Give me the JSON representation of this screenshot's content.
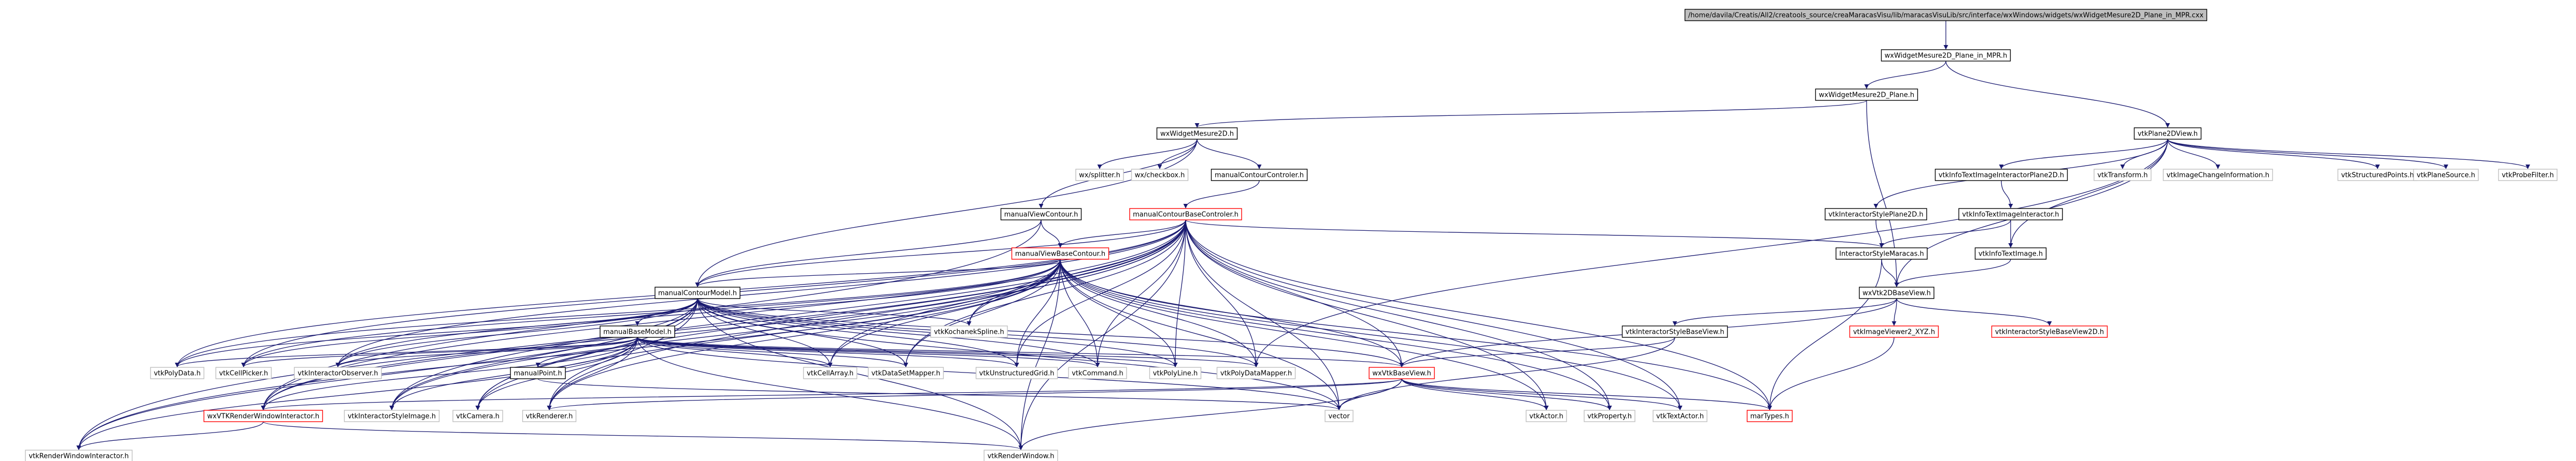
{
  "colors": {
    "edge": "#191970",
    "box_border": "#000000",
    "box_border_truncated": "#ff0000",
    "box_border_external": "#bfbfbf",
    "root_fill": "#bfbfbf",
    "node_fill": "#ffffff",
    "text": "#000000"
  },
  "nodes": [
    {
      "id": "root",
      "label": "/home/davila/Creatis/All2/creatools_source/creaMaracasVisu/lib/maracasVisuLib/src/interface/wxWindows/widgets/wxWidgetMesure2D_Plane_in_MPR.cxx",
      "kind": "root"
    },
    {
      "id": "wmpr",
      "label": "wxWidgetMesure2D_Plane_in_MPR.h",
      "kind": "normal"
    },
    {
      "id": "wplane",
      "label": "wxWidgetMesure2D_Plane.h",
      "kind": "normal"
    },
    {
      "id": "vp2d",
      "label": "vtkPlane2DView.h",
      "kind": "normal"
    },
    {
      "id": "w2d",
      "label": "wxWidgetMesure2D.h",
      "kind": "normal"
    },
    {
      "id": "wxsplitter",
      "label": "wx/splitter.h",
      "kind": "external"
    },
    {
      "id": "wxcheckbox",
      "label": "wx/checkbox.h",
      "kind": "external"
    },
    {
      "id": "mvc",
      "label": "manualViewContour.h",
      "kind": "normal"
    },
    {
      "id": "mcc",
      "label": "manualContourControler.h",
      "kind": "normal"
    },
    {
      "id": "mcbc",
      "label": "manualContourBaseControler.h",
      "kind": "truncated"
    },
    {
      "id": "mvbc",
      "label": "manualViewBaseContour.h",
      "kind": "truncated"
    },
    {
      "id": "mcm",
      "label": "manualContourModel.h",
      "kind": "normal"
    },
    {
      "id": "mbm",
      "label": "manualBaseModel.h",
      "kind": "normal"
    },
    {
      "id": "mp",
      "label": "manualPoint.h",
      "kind": "normal"
    },
    {
      "id": "vks",
      "label": "vtkKochanekSpline.h",
      "kind": "external"
    },
    {
      "id": "vpd",
      "label": "vtkPolyData.h",
      "kind": "external"
    },
    {
      "id": "vcp",
      "label": "vtkCellPicker.h",
      "kind": "external"
    },
    {
      "id": "vio",
      "label": "vtkInteractorObserver.h",
      "kind": "external"
    },
    {
      "id": "vca",
      "label": "vtkCellArray.h",
      "kind": "external"
    },
    {
      "id": "vdsm",
      "label": "vtkDataSetMapper.h",
      "kind": "external"
    },
    {
      "id": "vug",
      "label": "vtkUnstructuredGrid.h",
      "kind": "external"
    },
    {
      "id": "vcmd",
      "label": "vtkCommand.h",
      "kind": "external"
    },
    {
      "id": "vpl",
      "label": "vtkPolyLine.h",
      "kind": "external"
    },
    {
      "id": "vpdm",
      "label": "vtkPolyDataMapper.h",
      "kind": "external"
    },
    {
      "id": "wxvbv",
      "label": "wxVtkBaseView.h",
      "kind": "truncated"
    },
    {
      "id": "wxvrwi",
      "label": "wxVTKRenderWindowInteractor.h",
      "kind": "truncated"
    },
    {
      "id": "visi",
      "label": "vtkInteractorStyleImage.h",
      "kind": "external"
    },
    {
      "id": "vcam",
      "label": "vtkCamera.h",
      "kind": "external"
    },
    {
      "id": "vren",
      "label": "vtkRenderer.h",
      "kind": "external"
    },
    {
      "id": "vector",
      "label": "vector",
      "kind": "external"
    },
    {
      "id": "vact",
      "label": "vtkActor.h",
      "kind": "external"
    },
    {
      "id": "vprop",
      "label": "vtkProperty.h",
      "kind": "external"
    },
    {
      "id": "vtxt",
      "label": "vtkTextActor.h",
      "kind": "external"
    },
    {
      "id": "martypes",
      "label": "marTypes.h",
      "kind": "truncated"
    },
    {
      "id": "vrwi",
      "label": "vtkRenderWindowInteractor.h",
      "kind": "external"
    },
    {
      "id": "vrw",
      "label": "vtkRenderWindow.h",
      "kind": "external"
    },
    {
      "id": "visbv",
      "label": "vtkInteractorStyleBaseView.h",
      "kind": "normal"
    },
    {
      "id": "vimv",
      "label": "vtkImageViewer2_XYZ.h",
      "kind": "truncated"
    },
    {
      "id": "visbv2d",
      "label": "vtkInteractorStyleBaseView2D.h",
      "kind": "truncated"
    },
    {
      "id": "wx2dbv",
      "label": "wxVtk2DBaseView.h",
      "kind": "normal"
    },
    {
      "id": "ism",
      "label": "InteractorStyleMaracas.h",
      "kind": "normal"
    },
    {
      "id": "vis2d",
      "label": "vtkInteractorStylePlane2D.h",
      "kind": "normal"
    },
    {
      "id": "vitii",
      "label": "vtkInfoTextImageInteractor.h",
      "kind": "normal"
    },
    {
      "id": "viti",
      "label": "vtkInfoTextImage.h",
      "kind": "normal"
    },
    {
      "id": "vitiip2d",
      "label": "vtkInfoTextImageInteractorPlane2D.h",
      "kind": "normal"
    },
    {
      "id": "vtr",
      "label": "vtkTransform.h",
      "kind": "external"
    },
    {
      "id": "vici",
      "label": "vtkImageChangeInformation.h",
      "kind": "external"
    },
    {
      "id": "vsp",
      "label": "vtkStructuredPoints.h",
      "kind": "external"
    },
    {
      "id": "vpls",
      "label": "vtkPlaneSource.h",
      "kind": "external"
    },
    {
      "id": "vpf",
      "label": "vtkProbeFilter.h",
      "kind": "external"
    }
  ],
  "edges": [
    [
      "root",
      "wmpr"
    ],
    [
      "wmpr",
      "wplane"
    ],
    [
      "wmpr",
      "vp2d"
    ],
    [
      "wplane",
      "w2d"
    ],
    [
      "wplane",
      "wx2dbv"
    ],
    [
      "w2d",
      "wxsplitter"
    ],
    [
      "w2d",
      "wxcheckbox"
    ],
    [
      "w2d",
      "mvc"
    ],
    [
      "w2d",
      "mcc"
    ],
    [
      "w2d",
      "mcm"
    ],
    [
      "mvc",
      "mvbc"
    ],
    [
      "mvc",
      "mcm"
    ],
    [
      "mvc",
      "wxvrwi"
    ],
    [
      "mcc",
      "mcbc"
    ],
    [
      "mcbc",
      "mvbc"
    ],
    [
      "mcbc",
      "mcm"
    ],
    [
      "mcbc",
      "ism"
    ],
    [
      "mcbc",
      "vks"
    ],
    [
      "mcbc",
      "vpd"
    ],
    [
      "mcbc",
      "vcp"
    ],
    [
      "mcbc",
      "vio"
    ],
    [
      "mcbc",
      "vca"
    ],
    [
      "mcbc",
      "vdsm"
    ],
    [
      "mcbc",
      "vug"
    ],
    [
      "mcbc",
      "vcmd"
    ],
    [
      "mcbc",
      "vpl"
    ],
    [
      "mcbc",
      "vpdm"
    ],
    [
      "mcbc",
      "wxvbv"
    ],
    [
      "mcbc",
      "wxvrwi"
    ],
    [
      "mcbc",
      "visi"
    ],
    [
      "mcbc",
      "vcam"
    ],
    [
      "mcbc",
      "vren"
    ],
    [
      "mcbc",
      "vector"
    ],
    [
      "mcbc",
      "vact"
    ],
    [
      "mcbc",
      "vprop"
    ],
    [
      "mcbc",
      "vtxt"
    ],
    [
      "mcbc",
      "martypes"
    ],
    [
      "mcbc",
      "vrwi"
    ],
    [
      "mcbc",
      "vrw"
    ],
    [
      "mvbc",
      "mcm"
    ],
    [
      "mvbc",
      "vks"
    ],
    [
      "mvbc",
      "vpd"
    ],
    [
      "mvbc",
      "vcp"
    ],
    [
      "mvbc",
      "vio"
    ],
    [
      "mvbc",
      "vca"
    ],
    [
      "mvbc",
      "vdsm"
    ],
    [
      "mvbc",
      "vug"
    ],
    [
      "mvbc",
      "vcmd"
    ],
    [
      "mvbc",
      "vpl"
    ],
    [
      "mvbc",
      "vpdm"
    ],
    [
      "mvbc",
      "wxvbv"
    ],
    [
      "mvbc",
      "wxvrwi"
    ],
    [
      "mvbc",
      "visi"
    ],
    [
      "mvbc",
      "vcam"
    ],
    [
      "mvbc",
      "vren"
    ],
    [
      "mvbc",
      "vector"
    ],
    [
      "mvbc",
      "vact"
    ],
    [
      "mvbc",
      "vprop"
    ],
    [
      "mvbc",
      "vtxt"
    ],
    [
      "mvbc",
      "martypes"
    ],
    [
      "mvbc",
      "vrwi"
    ],
    [
      "mvbc",
      "vrw"
    ],
    [
      "mcm",
      "mbm"
    ],
    [
      "mcm",
      "vks"
    ],
    [
      "mcm",
      "vpd"
    ],
    [
      "mcm",
      "vcp"
    ],
    [
      "mcm",
      "vio"
    ],
    [
      "mcm",
      "vca"
    ],
    [
      "mcm",
      "vdsm"
    ],
    [
      "mcm",
      "vug"
    ],
    [
      "mcm",
      "vcmd"
    ],
    [
      "mcm",
      "vpl"
    ],
    [
      "mcm",
      "vpdm"
    ],
    [
      "mcm",
      "wxvbv"
    ],
    [
      "mcm",
      "wxvrwi"
    ],
    [
      "mcm",
      "visi"
    ],
    [
      "mcm",
      "vcam"
    ],
    [
      "mcm",
      "vren"
    ],
    [
      "mcm",
      "vector"
    ],
    [
      "mcm",
      "vrwi"
    ],
    [
      "mcm",
      "vrw"
    ],
    [
      "mbm",
      "mp"
    ],
    [
      "mbm",
      "vpd"
    ],
    [
      "mbm",
      "vcp"
    ],
    [
      "mbm",
      "vio"
    ],
    [
      "mbm",
      "vca"
    ],
    [
      "mbm",
      "vdsm"
    ],
    [
      "mbm",
      "vug"
    ],
    [
      "mbm",
      "vcmd"
    ],
    [
      "mbm",
      "vpl"
    ],
    [
      "mbm",
      "vpdm"
    ],
    [
      "mbm",
      "wxvbv"
    ],
    [
      "mbm",
      "wxvrwi"
    ],
    [
      "mbm",
      "visi"
    ],
    [
      "mbm",
      "vcam"
    ],
    [
      "mbm",
      "vren"
    ],
    [
      "mbm",
      "vector"
    ],
    [
      "mbm",
      "vrwi"
    ],
    [
      "mbm",
      "vrw"
    ],
    [
      "mp",
      "vector"
    ],
    [
      "wxvbv",
      "wxvrwi"
    ],
    [
      "wxvbv",
      "vren"
    ],
    [
      "wxvbv",
      "vector"
    ],
    [
      "wxvbv",
      "vact"
    ],
    [
      "wxvbv",
      "vprop"
    ],
    [
      "wxvbv",
      "vtxt"
    ],
    [
      "wxvbv",
      "martypes"
    ],
    [
      "wxvbv",
      "vrw"
    ],
    [
      "wxvrwi",
      "vrwi"
    ],
    [
      "wxvrwi",
      "vrw"
    ],
    [
      "wx2dbv",
      "wxvbv"
    ],
    [
      "wx2dbv",
      "visbv"
    ],
    [
      "wx2dbv",
      "vimv"
    ],
    [
      "wx2dbv",
      "visbv2d"
    ],
    [
      "visbv",
      "wxvbv"
    ],
    [
      "visbv",
      "vector"
    ],
    [
      "vimv",
      "martypes"
    ],
    [
      "ism",
      "wx2dbv"
    ],
    [
      "ism",
      "martypes"
    ],
    [
      "vp2d",
      "wx2dbv"
    ],
    [
      "vp2d",
      "vpdm"
    ],
    [
      "vp2d",
      "vis2d"
    ],
    [
      "vp2d",
      "vitiip2d"
    ],
    [
      "vp2d",
      "viti"
    ],
    [
      "vp2d",
      "vtr"
    ],
    [
      "vp2d",
      "vici"
    ],
    [
      "vp2d",
      "vsp"
    ],
    [
      "vp2d",
      "vpls"
    ],
    [
      "vp2d",
      "vpf"
    ],
    [
      "vis2d",
      "ism"
    ],
    [
      "vitiip2d",
      "vitii"
    ],
    [
      "vitii",
      "ism"
    ],
    [
      "vitii",
      "viti"
    ],
    [
      "viti",
      "wx2dbv"
    ]
  ]
}
